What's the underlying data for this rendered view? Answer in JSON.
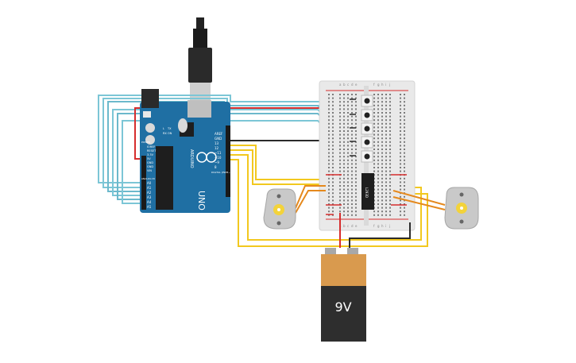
{
  "arduino": {
    "brand": "ARDUINO",
    "model": "UNO",
    "header_top_labels": [
      "AREF",
      "GND",
      "13",
      "12",
      "~11",
      "~10",
      "~9",
      "8"
    ],
    "header_bottom_labels": [
      "A0",
      "A1",
      "A2",
      "A3",
      "A4",
      "A5"
    ],
    "power_labels": [
      "IOREF",
      "RESET",
      "3.3V",
      "5V",
      "GND",
      "GND",
      "VIN"
    ],
    "side_labels": [
      "DIGITAL (PWM~)",
      "ANALOG IN",
      "POWER"
    ],
    "led_labels": [
      "L",
      "TX",
      "RX",
      "ON"
    ]
  },
  "breadboard": {
    "column_letters_top": [
      "a",
      "b",
      "c",
      "d",
      "e",
      "f",
      "g",
      "h",
      "i",
      "j"
    ],
    "column_letters_bottom": [
      "a",
      "b",
      "c",
      "d",
      "e",
      "f",
      "g",
      "h",
      "i",
      "j"
    ],
    "button_count": 5
  },
  "driver_chip": {
    "label": "L293D"
  },
  "battery": {
    "label": "9V"
  },
  "colors": {
    "arduino_blue": "#1f6fa3",
    "arduino_dark": "#1b5a85",
    "wire_cyan": "#7cc6d6",
    "wire_yellow": "#f2c81f",
    "wire_red": "#d62d2d",
    "wire_black": "#2b2b2b",
    "wire_orange": "#e5891d",
    "battery_orange": "#d99a4e",
    "battery_black": "#2e2e2e",
    "breadboard_bg": "#e9e9e9",
    "motor_gray": "#c9c9c9",
    "motor_shaft": "#f3d33a"
  },
  "motors": [
    {
      "name": "dc-motor-left"
    },
    {
      "name": "dc-motor-right"
    }
  ]
}
